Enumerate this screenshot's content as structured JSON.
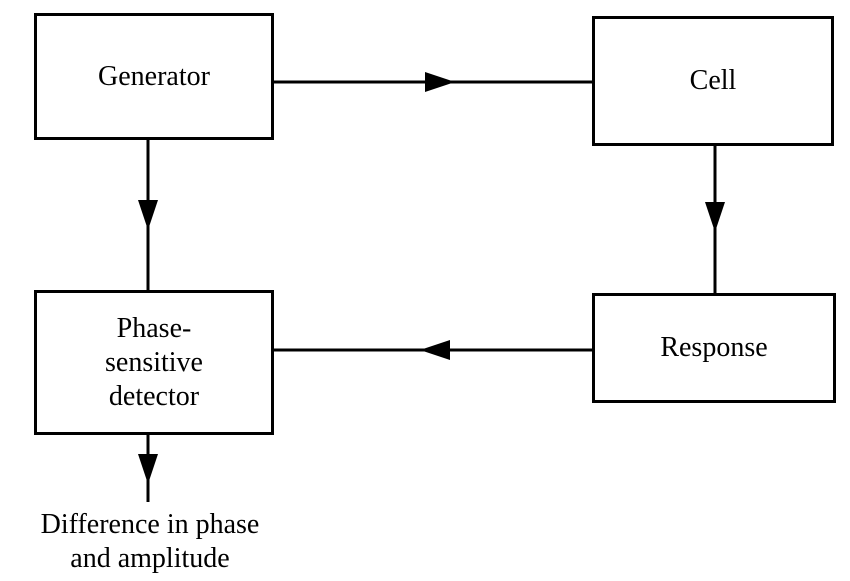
{
  "diagram": {
    "generator": {
      "label": "Generator"
    },
    "cell": {
      "label": "Cell"
    },
    "detector": {
      "line1": "Phase-",
      "line2": "sensitive",
      "line3": "detector"
    },
    "response": {
      "label": "Response"
    },
    "output": {
      "line1": "Difference in phase",
      "line2": "and amplitude"
    }
  },
  "colors": {
    "stroke": "#000000",
    "background": "#ffffff"
  }
}
